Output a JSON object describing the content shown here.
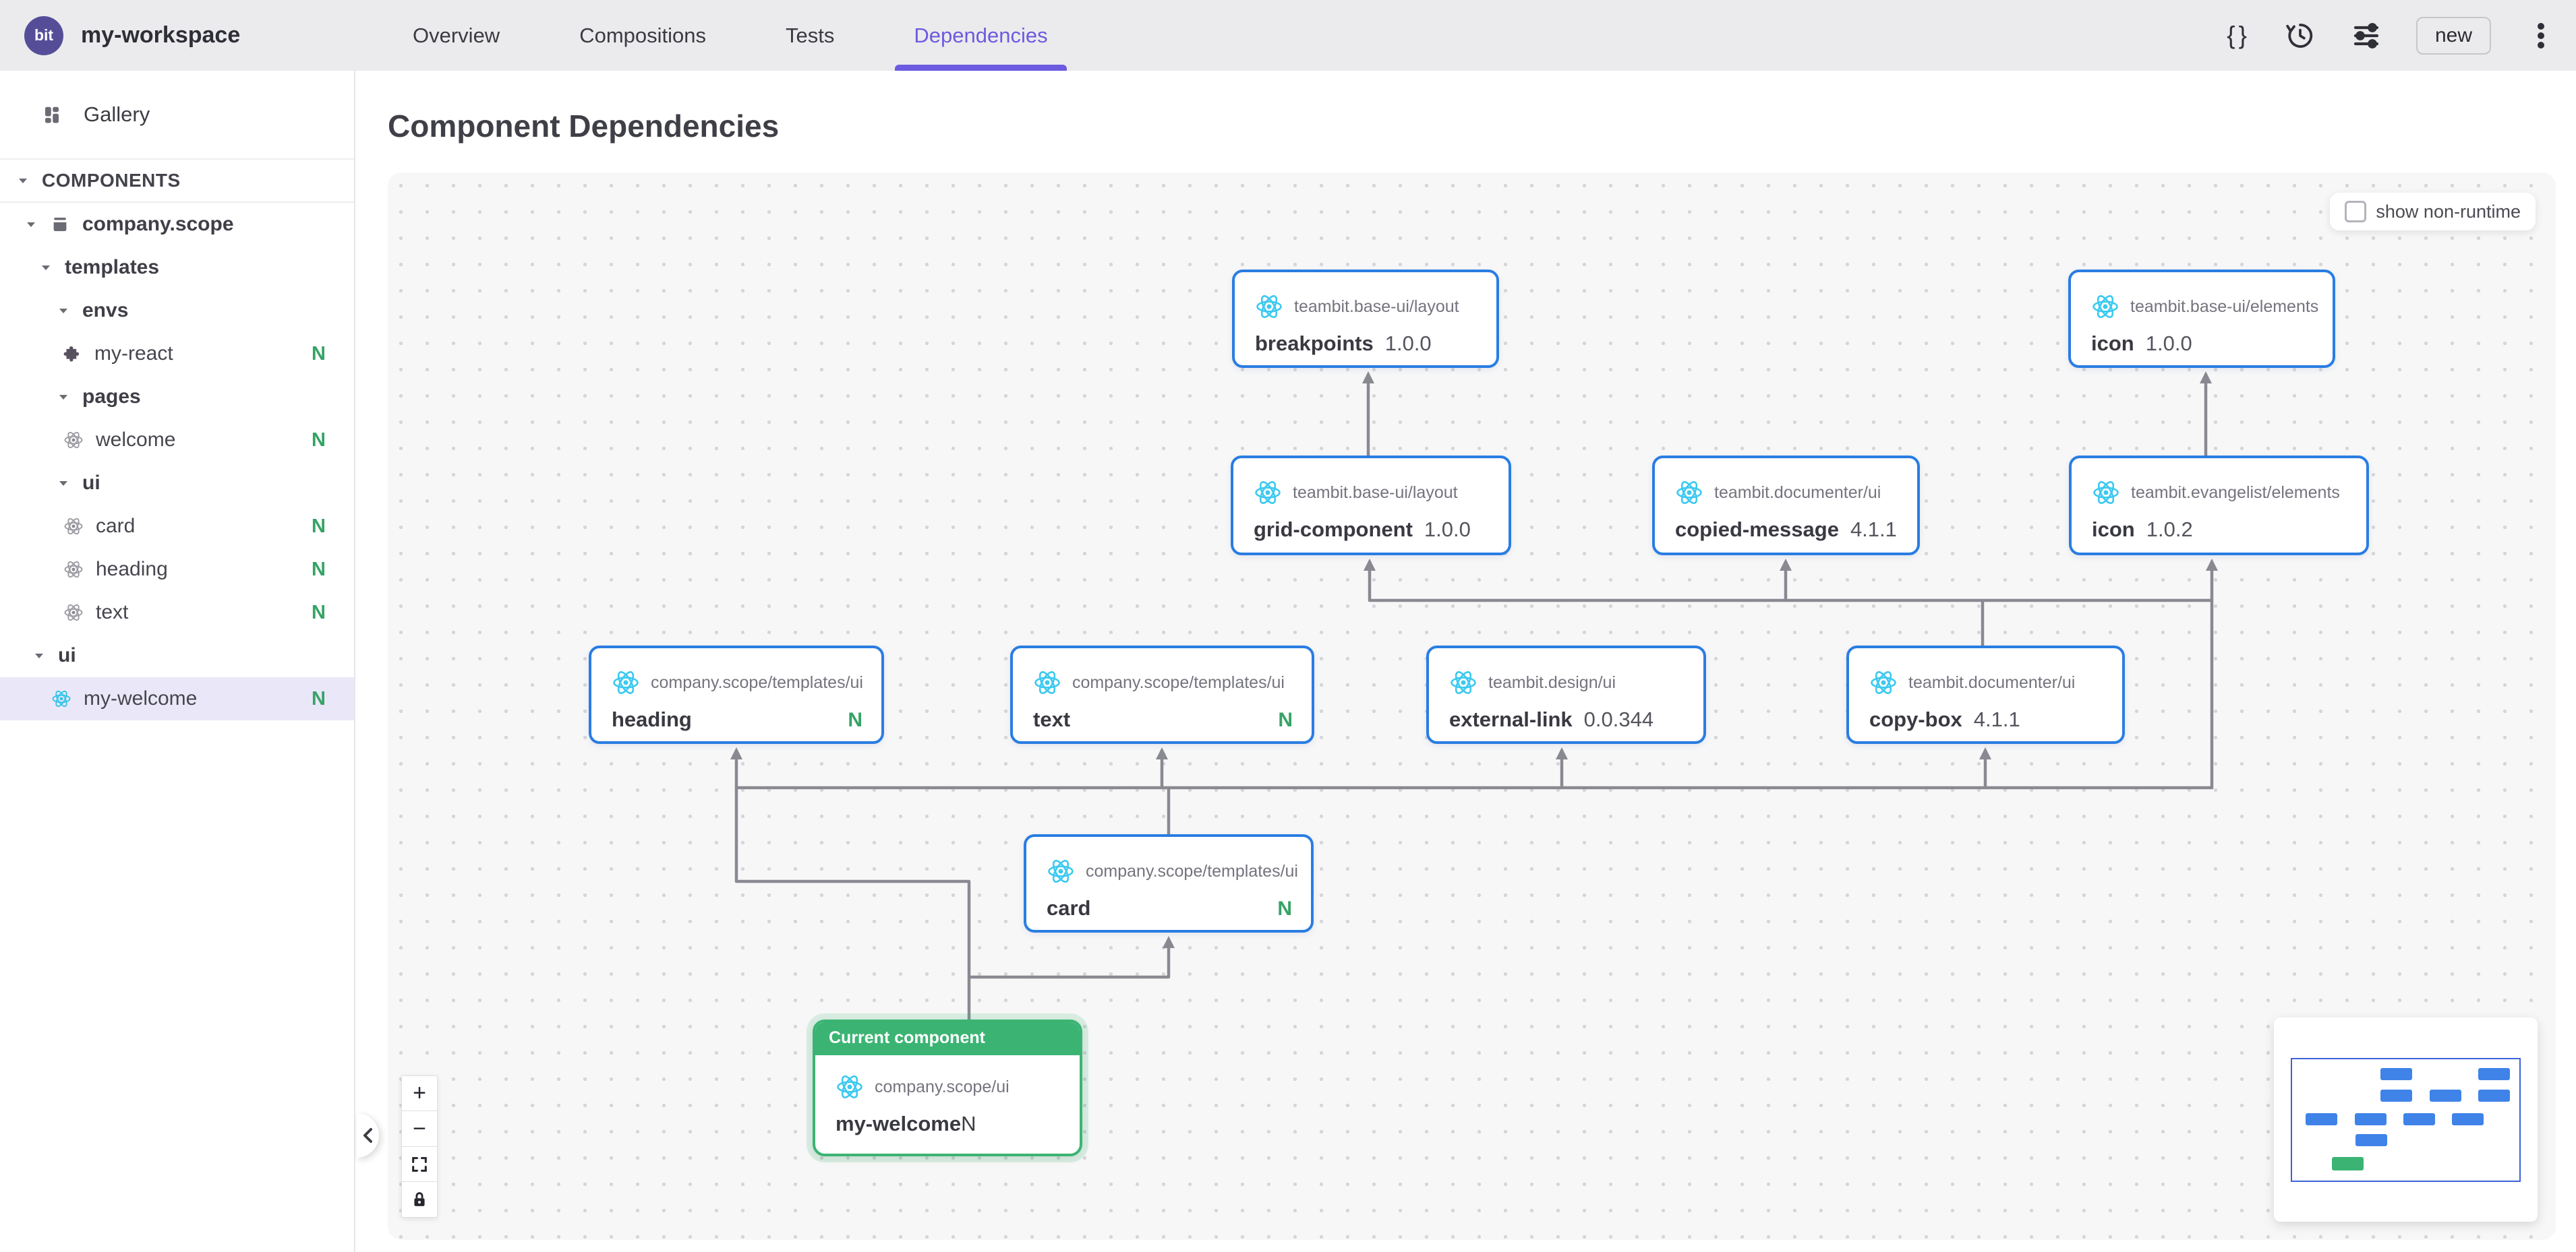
{
  "topbar": {
    "logo_text": "bit",
    "workspace_name": "my-workspace",
    "tabs": [
      {
        "label": "Overview",
        "active": false
      },
      {
        "label": "Compositions",
        "active": false
      },
      {
        "label": "Tests",
        "active": false
      },
      {
        "label": "Dependencies",
        "active": true
      }
    ],
    "new_button_label": "new"
  },
  "sidebar": {
    "gallery_label": "Gallery",
    "components_header": "COMPONENTS",
    "tree": [
      {
        "label": "company.scope",
        "type": "scope"
      },
      {
        "label": "templates",
        "type": "namespace"
      },
      {
        "label": "envs",
        "type": "namespace"
      },
      {
        "label": "my-react",
        "type": "env-component",
        "badge": "N"
      },
      {
        "label": "pages",
        "type": "namespace"
      },
      {
        "label": "welcome",
        "type": "component",
        "badge": "N"
      },
      {
        "label": "ui",
        "type": "namespace"
      },
      {
        "label": "card",
        "type": "component",
        "badge": "N"
      },
      {
        "label": "heading",
        "type": "component",
        "badge": "N"
      },
      {
        "label": "text",
        "type": "component",
        "badge": "N"
      },
      {
        "label": "ui",
        "type": "namespace"
      },
      {
        "label": "my-welcome",
        "type": "component",
        "badge": "N",
        "selected": true
      }
    ]
  },
  "main": {
    "page_title": "Component Dependencies",
    "toggle_label": "show non-runtime",
    "toggle_checked": false
  },
  "graph": {
    "current_component_tag": "Current component",
    "nodes": [
      {
        "id": "breakpoints",
        "scope": "teambit.base-ui/layout",
        "name": "breakpoints",
        "version": "1.0.0"
      },
      {
        "id": "icon-base",
        "scope": "teambit.base-ui/elements",
        "name": "icon",
        "version": "1.0.0"
      },
      {
        "id": "grid-component",
        "scope": "teambit.base-ui/layout",
        "name": "grid-component",
        "version": "1.0.0"
      },
      {
        "id": "copied-message",
        "scope": "teambit.documenter/ui",
        "name": "copied-message",
        "version": "4.1.1"
      },
      {
        "id": "icon-evangelist",
        "scope": "teambit.evangelist/elements",
        "name": "icon",
        "version": "1.0.2"
      },
      {
        "id": "heading",
        "scope": "company.scope/templates/ui",
        "name": "heading",
        "badge": "N"
      },
      {
        "id": "text",
        "scope": "company.scope/templates/ui",
        "name": "text",
        "badge": "N"
      },
      {
        "id": "external-link",
        "scope": "teambit.design/ui",
        "name": "external-link",
        "version": "0.0.344"
      },
      {
        "id": "copy-box",
        "scope": "teambit.documenter/ui",
        "name": "copy-box",
        "version": "4.1.1"
      },
      {
        "id": "card",
        "scope": "company.scope/templates/ui",
        "name": "card",
        "badge": "N"
      },
      {
        "id": "my-welcome",
        "scope": "company.scope/ui",
        "name": "my-welcome",
        "badge": "N",
        "current": true
      }
    ],
    "edges": [
      {
        "from": "my-welcome",
        "to": "card"
      },
      {
        "from": "my-welcome",
        "to": "heading"
      },
      {
        "from": "card",
        "to": "heading"
      },
      {
        "from": "card",
        "to": "text"
      },
      {
        "from": "card",
        "to": "external-link"
      },
      {
        "from": "card",
        "to": "copy-box"
      },
      {
        "from": "card",
        "to": "icon-evangelist"
      },
      {
        "from": "copy-box",
        "to": "grid-component"
      },
      {
        "from": "copy-box",
        "to": "copied-message"
      },
      {
        "from": "copy-box",
        "to": "icon-evangelist"
      },
      {
        "from": "grid-component",
        "to": "breakpoints"
      },
      {
        "from": "icon-evangelist",
        "to": "icon-base"
      }
    ]
  },
  "colors": {
    "accent_purple": "#6c5be0",
    "node_border_blue": "#2a7de2",
    "current_green": "#3bb473",
    "edge_gray": "#898992",
    "badge_green": "#36a366",
    "react_cyan": "#3cc9f0"
  }
}
